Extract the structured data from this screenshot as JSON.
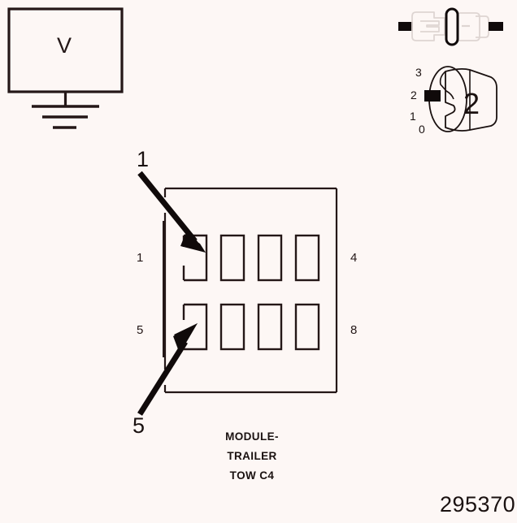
{
  "figure": {
    "number": "295370",
    "background_color": "#fdf7f5",
    "ink_color": "#1a1110"
  },
  "meter": {
    "icon": "voltmeter-icon",
    "symbol": "V",
    "ground_icon": "ground-icon"
  },
  "connector_disconnect": {
    "icon": "connector-disconnect-icon"
  },
  "switch": {
    "icon": "rotary-switch-icon",
    "position_label": "2",
    "scale": [
      "3",
      "2",
      "1",
      "0"
    ]
  },
  "module": {
    "name_lines": [
      "MODULE-",
      "TRAILER",
      "TOW C4"
    ],
    "line1": "MODULE-",
    "line2": "TRAILER",
    "line3": "TOW C4",
    "pin_labels": {
      "top_left": "1",
      "top_right": "4",
      "bottom_left": "5",
      "bottom_right": "8"
    },
    "cavity_rows": 2,
    "cavity_columns": 4
  },
  "callouts": [
    {
      "label": "1",
      "target": "cavity-1"
    },
    {
      "label": "5",
      "target": "cavity-5"
    }
  ],
  "callout_1": "1",
  "callout_5": "5"
}
